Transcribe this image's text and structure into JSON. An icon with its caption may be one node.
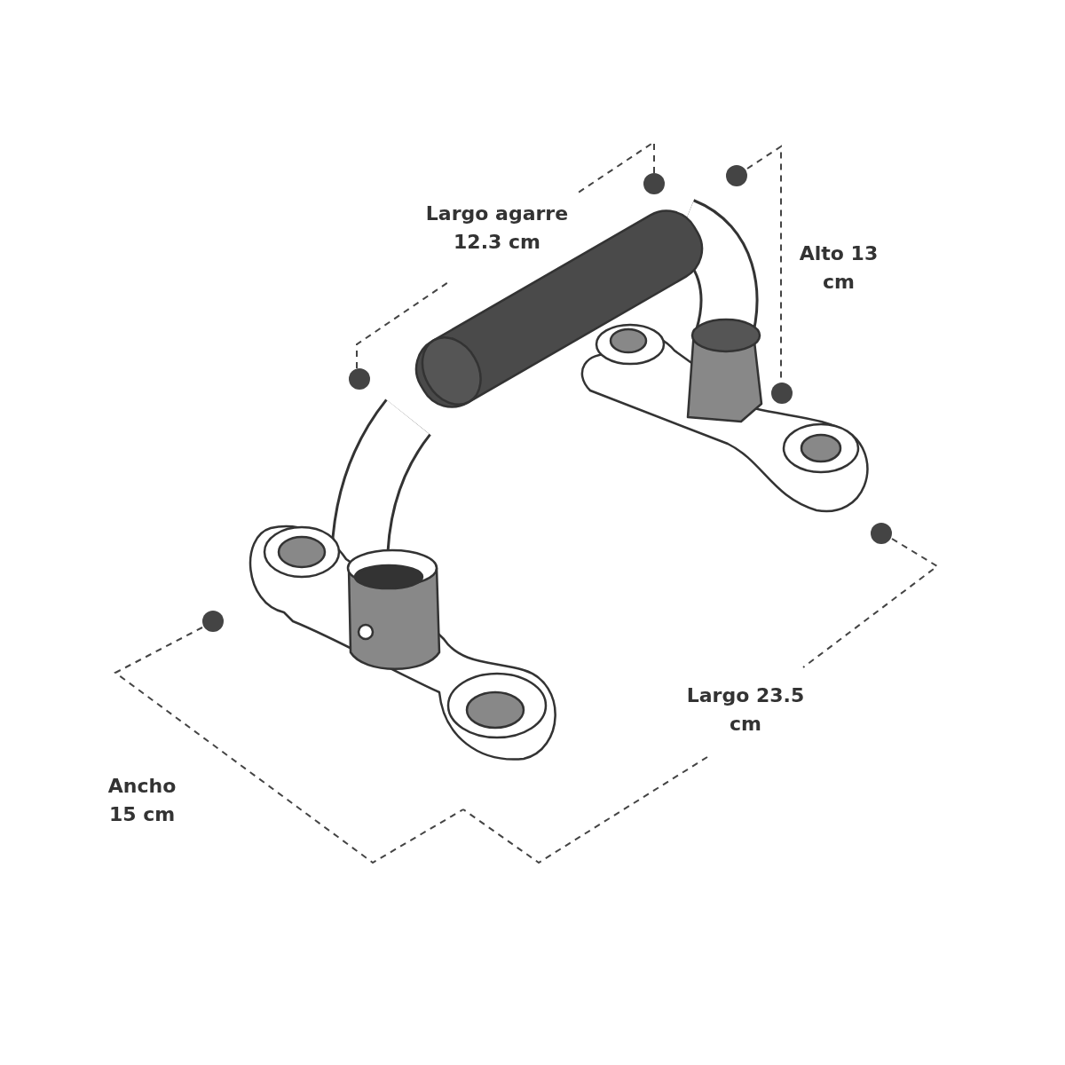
{
  "diagram": {
    "labels": [
      "Largo agarre 12.3 cm",
      "Alto 13 cm",
      "Largo 23.5 cm",
      "Ancho 15 cm"
    ]
  }
}
